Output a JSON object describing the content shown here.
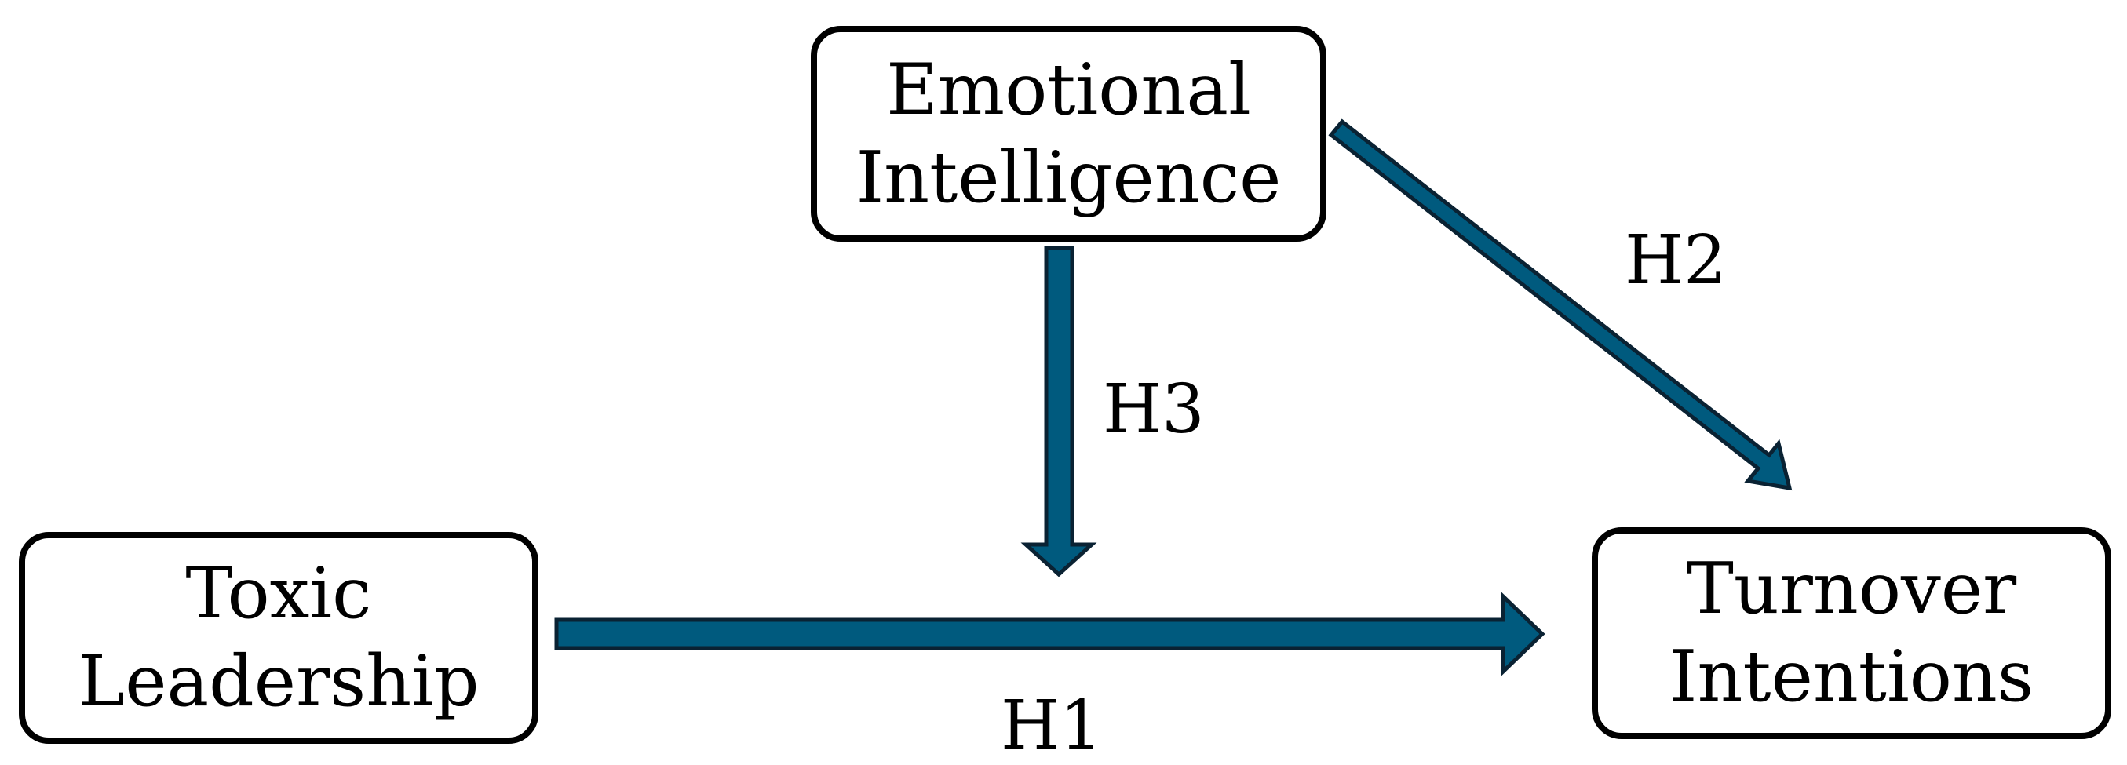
{
  "nodes": {
    "emotional_intelligence": {
      "line1": "Emotional",
      "line2": "Intelligence"
    },
    "toxic_leadership": {
      "line1": "Toxic",
      "line2": "Leadership"
    },
    "turnover_intentions": {
      "line1": "Turnover",
      "line2": "Intentions"
    }
  },
  "hypotheses": {
    "h1": "H1",
    "h2": "H2",
    "h3": "H3"
  },
  "colors": {
    "arrow_fill": "#005a7e",
    "arrow_stroke": "#0a2233",
    "box_border": "#000000"
  }
}
